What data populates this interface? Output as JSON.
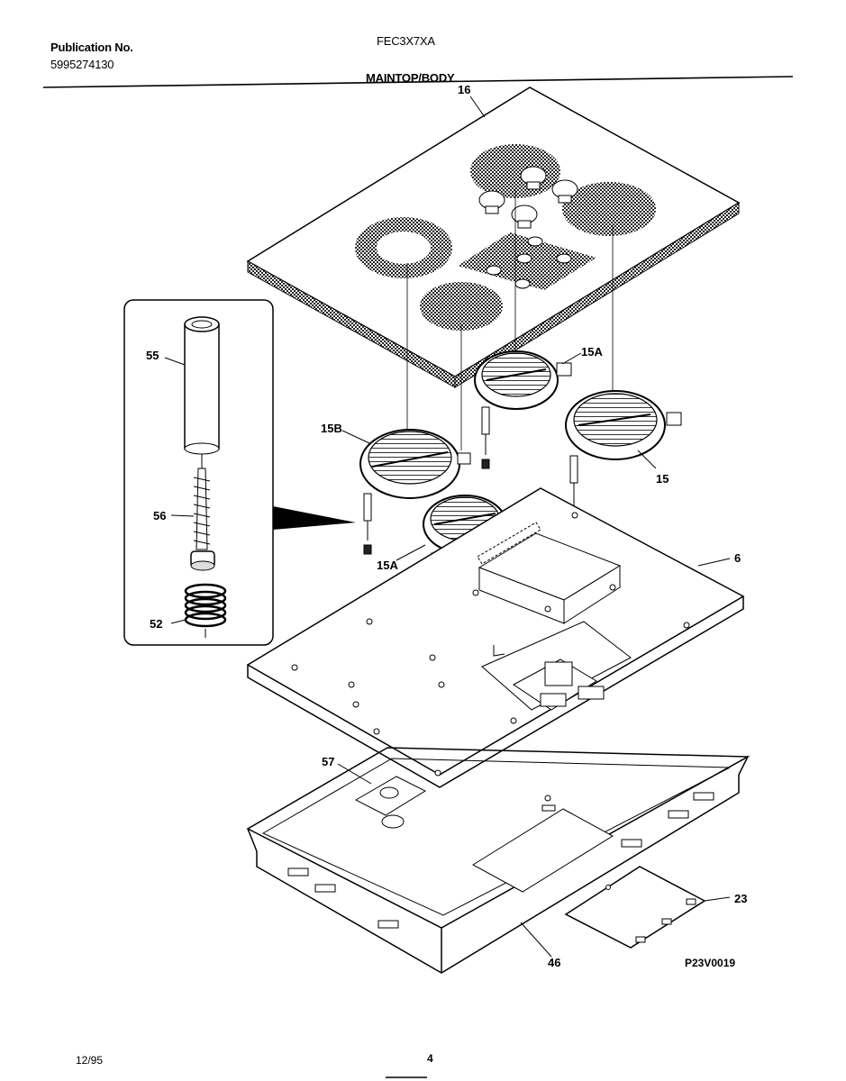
{
  "header": {
    "publication_label": "Publication No.",
    "publication_number": "5995274130",
    "model": "FEC3X7XA",
    "section_title": "MAINTOP/BODY"
  },
  "callouts": {
    "p16": "16",
    "p15A_top": "15A",
    "p15B": "15B",
    "p15": "15",
    "p15A_bottom": "15A",
    "p6": "6",
    "p55": "55",
    "p56": "56",
    "p52": "52",
    "p57": "57",
    "p23": "23",
    "p46": "46"
  },
  "drawing_code": "P23V0019",
  "footer": {
    "date": "12/95",
    "page_number": "4"
  }
}
